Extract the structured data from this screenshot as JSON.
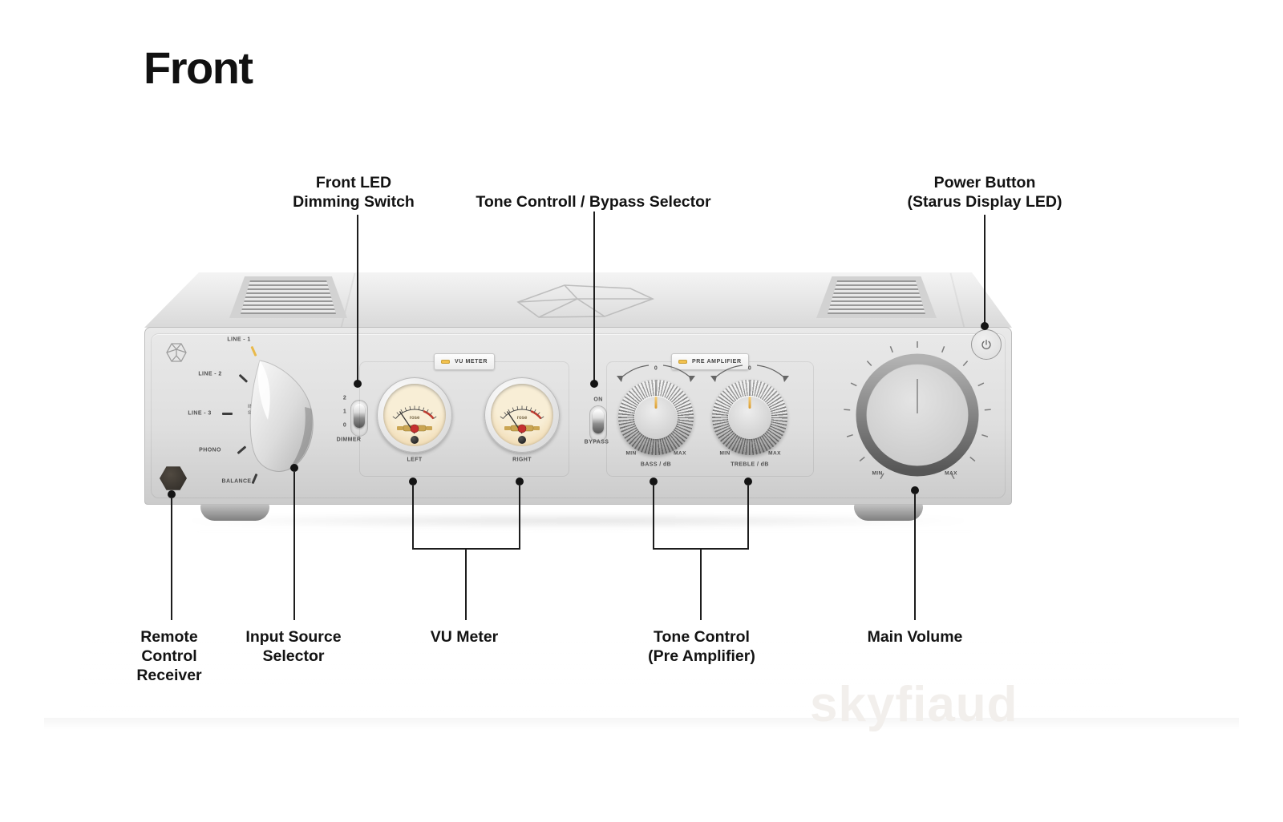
{
  "title": "Front",
  "watermark": "skyfiaud",
  "callouts": {
    "dimming": "Front LED\nDimming Switch",
    "tone_bypass": "Tone Controll / Bypass Selector",
    "power": "Power Button\n(Starus Display LED)",
    "remote": "Remote\nControl\nReceiver",
    "input_source": "Input Source\nSelector",
    "vu_meter": "VU Meter",
    "tone_control": "Tone Control\n(Pre Amplifier)",
    "main_volume": "Main Volume"
  },
  "panel": {
    "input_selector": {
      "positions": [
        "LINE - 1",
        "LINE - 2",
        "LINE - 3",
        "PHONO",
        "BALANCE"
      ],
      "label": "INPUT\nSELECTOR"
    },
    "dimmer": {
      "steps": [
        "2",
        "1",
        "0"
      ],
      "label": "DIMMER"
    },
    "vu": {
      "badge": "VU METER",
      "left": "LEFT",
      "right": "RIGHT",
      "brand": "rose"
    },
    "bypass": {
      "on": "ON",
      "label": "BYPASS"
    },
    "preamp": {
      "badge": "PRE AMPLIFIER",
      "zero": "0",
      "min": "MIN",
      "max": "MAX",
      "bass": "BASS / dB",
      "treble": "TREBLE / dB"
    },
    "volume": {
      "min": "MIN",
      "max": "MAX"
    }
  },
  "colors": {
    "led_accent": "#f2c14e",
    "needle_red": "#c03a2e",
    "label_text": "#131313"
  }
}
